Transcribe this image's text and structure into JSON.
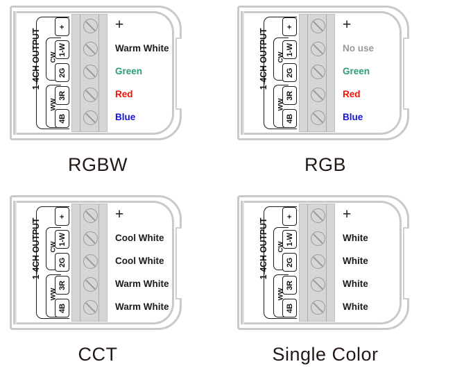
{
  "page": {
    "title": "LED controller output wiring modes",
    "background": "#ffffff"
  },
  "colors": {
    "text_dark": "#1a1a1a",
    "caption": "#231815",
    "green": "#2e9e72",
    "red": "#fa1005",
    "blue": "#1414e0",
    "gray_unused": "#9a9a9a",
    "case_outline": "#c9c9c9",
    "terminal_block": "#d6d6d6",
    "screw_outline": "#9a9a9a"
  },
  "silkscreen": {
    "main_label": "1-4CH OUTPUT",
    "sub_labels": {
      "cw": "CW",
      "ww": "WW"
    },
    "pins": [
      "+",
      "1-W",
      "2G",
      "3R",
      "4B"
    ]
  },
  "panels": [
    {
      "id": "rgbw",
      "caption": "RGBW",
      "channels": [
        {
          "label": "+",
          "color": "#1a1a1a",
          "plus": true
        },
        {
          "label": "Warm White",
          "color": "#1a1a1a",
          "plus": false
        },
        {
          "label": "Green",
          "color": "#2e9e72",
          "plus": false
        },
        {
          "label": "Red",
          "color": "#fa1005",
          "plus": false
        },
        {
          "label": "Blue",
          "color": "#1414e0",
          "plus": false
        }
      ]
    },
    {
      "id": "rgb",
      "caption": "RGB",
      "channels": [
        {
          "label": "+",
          "color": "#1a1a1a",
          "plus": true
        },
        {
          "label": "No use",
          "color": "#9a9a9a",
          "plus": false
        },
        {
          "label": "Green",
          "color": "#2e9e72",
          "plus": false
        },
        {
          "label": "Red",
          "color": "#fa1005",
          "plus": false
        },
        {
          "label": "Blue",
          "color": "#1414e0",
          "plus": false
        }
      ]
    },
    {
      "id": "cct",
      "caption": "CCT",
      "channels": [
        {
          "label": "+",
          "color": "#1a1a1a",
          "plus": true
        },
        {
          "label": "Cool White",
          "color": "#1a1a1a",
          "plus": false
        },
        {
          "label": "Cool White",
          "color": "#1a1a1a",
          "plus": false
        },
        {
          "label": "Warm White",
          "color": "#1a1a1a",
          "plus": false
        },
        {
          "label": "Warm White",
          "color": "#1a1a1a",
          "plus": false
        }
      ]
    },
    {
      "id": "single-color",
      "caption": "Single Color",
      "channels": [
        {
          "label": "+",
          "color": "#1a1a1a",
          "plus": true
        },
        {
          "label": "White",
          "color": "#1a1a1a",
          "plus": false
        },
        {
          "label": "White",
          "color": "#1a1a1a",
          "plus": false
        },
        {
          "label": "White",
          "color": "#1a1a1a",
          "plus": false
        },
        {
          "label": "White",
          "color": "#1a1a1a",
          "plus": false
        }
      ]
    }
  ]
}
